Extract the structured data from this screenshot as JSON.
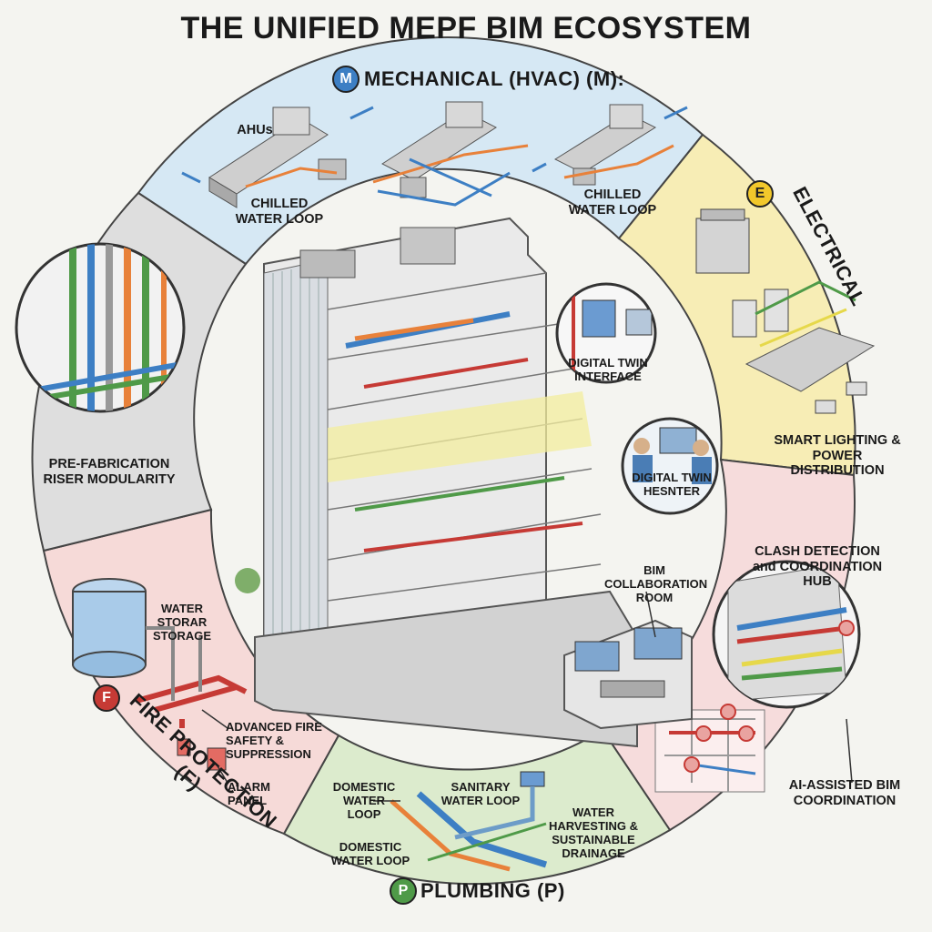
{
  "title": "THE UNIFIED MEPF BIM ECOSYSTEM",
  "colors": {
    "mechanical": "#d6e8f4",
    "electrical": "#f7edb5",
    "clash": "#f6dcdc",
    "plumbing": "#dcebcd",
    "fire": "#f6dad8",
    "riser": "#dedede",
    "pipe_blue": "#3d7fc4",
    "pipe_orange": "#e8813a",
    "pipe_red": "#c63a35",
    "pipe_green": "#4f9a48",
    "pipe_yellow": "#e6d84a"
  },
  "sections": {
    "mechanical": {
      "badge": "M",
      "title": "MECHANICAL (HVAC) (M):",
      "labels": {
        "ahus": "AHUs",
        "chilled_1": "CHILLED WATER LOOP",
        "chilled_2": "CHILLED WATER LOOP"
      }
    },
    "electrical": {
      "badge": "E",
      "title": "ELECTRICAL",
      "labels": {
        "lighting": "SMART LIGHTING & POWER DISTRIBUTION"
      }
    },
    "clash": {
      "title": "CLASH DETECTION and COORDINATION HUB",
      "labels": {
        "ai": "AI-ASSISTED BIM COORDINATION"
      }
    },
    "plumbing": {
      "badge": "P",
      "title": "PLUMBING (P)",
      "labels": {
        "domestic_1": "DOMESTIC WATER LOOP",
        "sanitary": "SANITARY WATER LOOP",
        "domestic_2": "DOMESTIC WATER LOOP",
        "harvesting": "WATER HARVESTING & SUSTAINABLE DRAINAGE"
      }
    },
    "fire": {
      "badge": "F",
      "title": "FIRE PROTECTION (F)",
      "labels": {
        "storage": "WATER STORAR STORAGE",
        "advanced": "ADVANCED FIRE SAFETY & SUPPRESSION",
        "alarm": "ALARM PANEL"
      }
    },
    "riser": {
      "labels": {
        "prefab": "PRE-FABRICATION RISER MODULARITY"
      }
    }
  },
  "callouts": {
    "digital_twin_interface": "DIGITAL TWIN INTERFACE",
    "digital_twin_hesnter": "DIGITAL TWIN HESNTER",
    "bim_room": "BIM COLLABORATION ROOM"
  }
}
